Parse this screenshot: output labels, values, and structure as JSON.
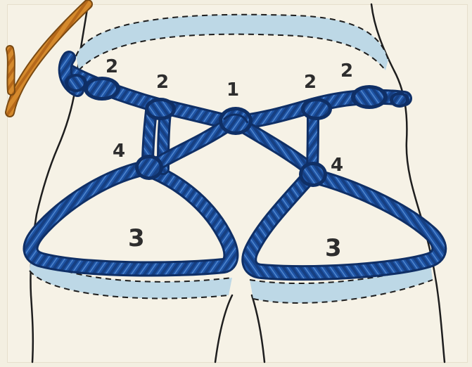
{
  "labels": {
    "center": "1",
    "top_left_outer": "2",
    "top_left_inner": "2",
    "top_right_inner": "2",
    "top_right_outer": "2",
    "left_upper": "4",
    "right_upper": "4",
    "left_loop": "3",
    "right_loop": "3"
  },
  "colors": {
    "rope": "#1e4f9c",
    "rope_dark": "#0f2f66",
    "rope_light": "#4f86cf",
    "belt": "#bdd8e6",
    "anchor_rope": "#d58a2d",
    "outline": "#1e1e1e",
    "paper": "#f5f1e4"
  }
}
